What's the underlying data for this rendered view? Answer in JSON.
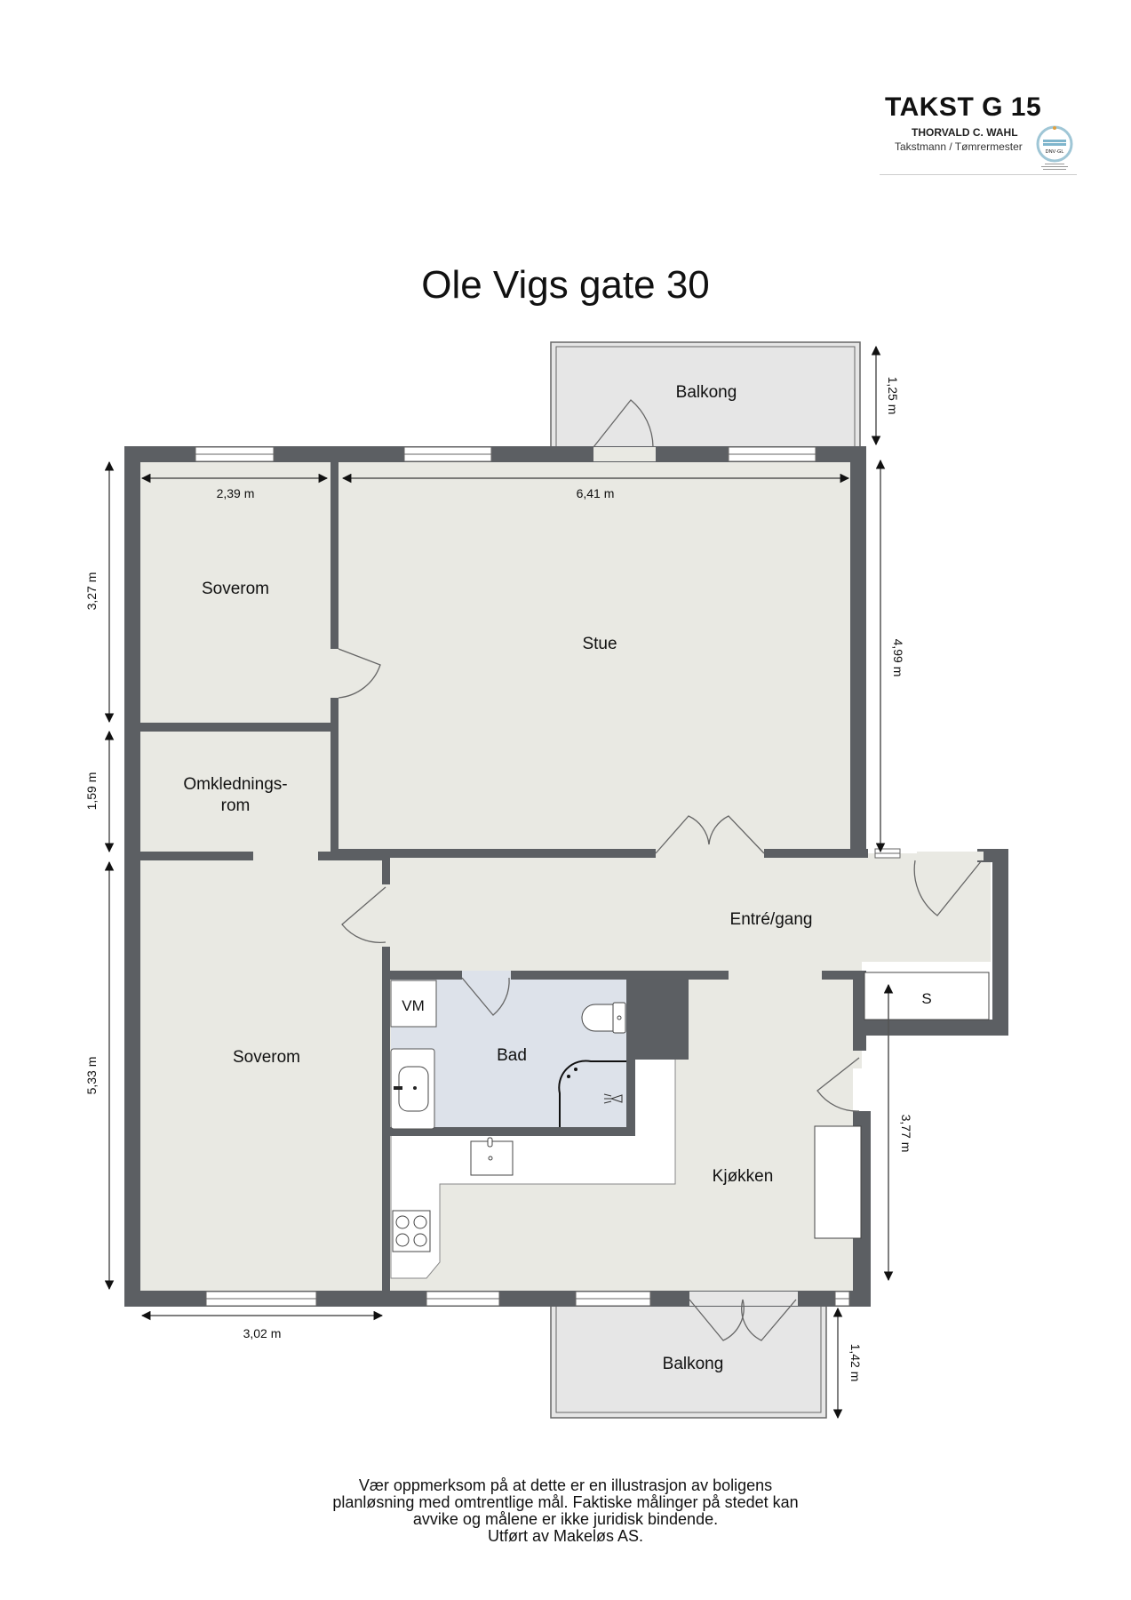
{
  "logo": {
    "title": "TAKST G 15",
    "name": "THORVALD C. WAHL",
    "role": "Takstmann / Tømrermester",
    "badge_text": "DNV·GL"
  },
  "title": "Ole Vigs gate 30",
  "rooms": {
    "balkong_top": "Balkong",
    "soverom_top": "Soverom",
    "stue": "Stue",
    "omkledningsrom_line1": "Omklednings-",
    "omkledningsrom_line2": "rom",
    "entre": "Entré/gang",
    "soverom_bottom": "Soverom",
    "bad": "Bad",
    "vm": "VM",
    "storage": "S",
    "kjokken": "Kjøkken",
    "balkong_bottom": "Balkong"
  },
  "dimensions": {
    "balkong_top_depth": "1,25 m",
    "soverom_top_width": "2,39 m",
    "stue_width": "6,41 m",
    "soverom_top_height": "3,27 m",
    "stue_height": "4,99 m",
    "omkledningsrom_height": "1,59 m",
    "soverom_bottom_height": "5,33 m",
    "kjokken_height": "3,77 m",
    "soverom_bottom_width": "3,02 m",
    "balkong_bottom_depth": "1,42 m"
  },
  "colors": {
    "wall": "#5c5f63",
    "floor": "#e9e9e3",
    "bathroom": "#dde2ea",
    "balcony": "#e6e6e6",
    "fixture": "#ffffff"
  },
  "disclaimer": [
    "Vær oppmerksom på at dette er en illustrasjon av boligens",
    "planløsning med omtrentlige mål. Faktiske målinger på stedet kan",
    "avvike og målene er ikke juridisk bindende.",
    "Utført av Makeløs AS."
  ]
}
